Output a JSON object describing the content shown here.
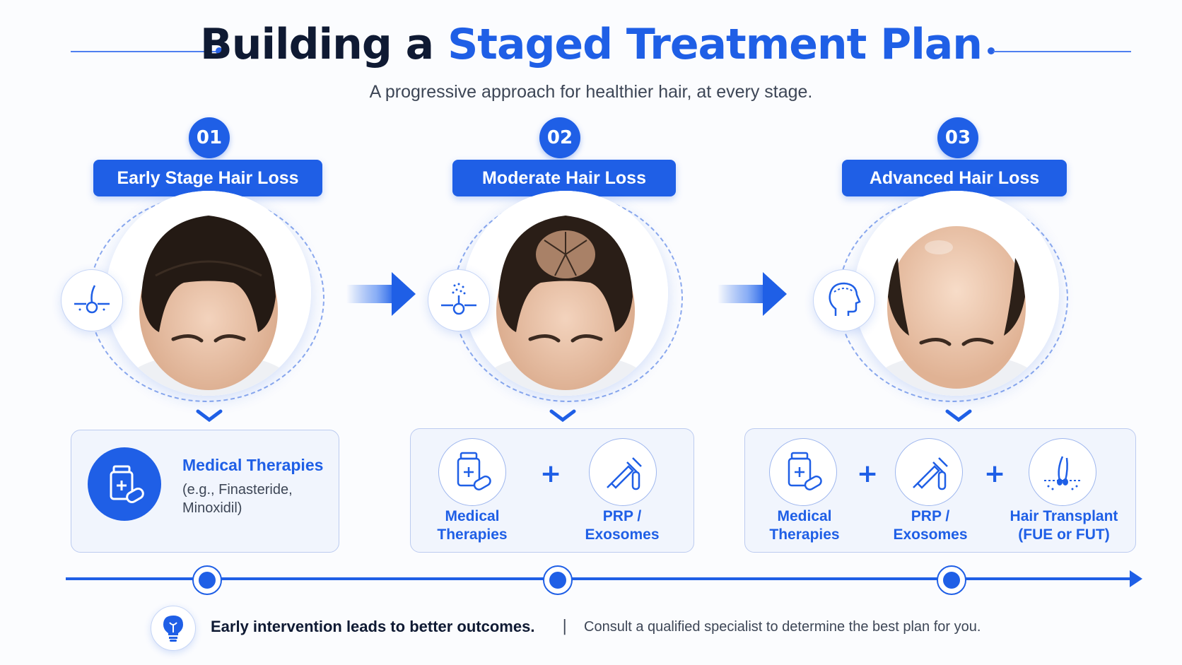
{
  "header": {
    "title_dark": "Building a",
    "title_blue": "Staged Treatment Plan",
    "subtitle": "A progressive approach for healthier hair, at every stage."
  },
  "stages": [
    {
      "number": "01",
      "label": "Early Stage Hair Loss",
      "side_icon": "hair-follicle-icon",
      "treatments": [
        {
          "title": "Medical Therapies",
          "detail": "(e.g., Finasteride, Minoxidil)",
          "icon": "medicine-bottle-icon"
        }
      ]
    },
    {
      "number": "02",
      "label": "Moderate Hair Loss",
      "side_icon": "follicle-treatment-icon",
      "treatments": [
        {
          "title_line1": "Medical",
          "title_line2": "Therapies",
          "icon": "medicine-bottle-icon"
        },
        {
          "title_line1": "PRP /",
          "title_line2": "Exosomes",
          "icon": "syringe-tube-icon"
        }
      ]
    },
    {
      "number": "03",
      "label": "Advanced Hair Loss",
      "side_icon": "head-profile-icon",
      "treatments": [
        {
          "title_line1": "Medical",
          "title_line2": "Therapies",
          "icon": "medicine-bottle-icon"
        },
        {
          "title_line1": "PRP /",
          "title_line2": "Exosomes",
          "icon": "syringe-tube-icon"
        },
        {
          "title_line1": "Hair Transplant",
          "title_line2": "(FUE or FUT)",
          "icon": "hair-transplant-icon"
        }
      ]
    }
  ],
  "plus_sign": "+",
  "footer": {
    "icon": "lightbulb-icon",
    "main": "Early intervention leads to better outcomes.",
    "separator": "|",
    "sub": "Consult a qualified specialist to determine the best plan for you."
  },
  "colors": {
    "accent": "#1f5fe6",
    "dark": "#0f1a33",
    "box_bg": "#f1f5fd"
  }
}
